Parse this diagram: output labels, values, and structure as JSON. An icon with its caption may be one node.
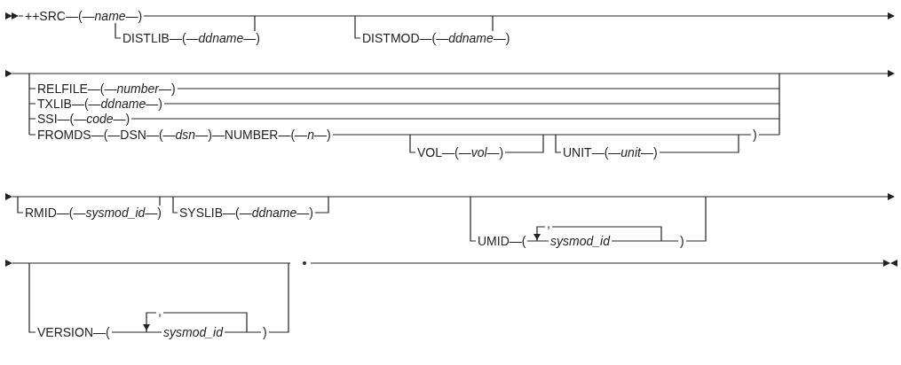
{
  "diagram": {
    "labels": [
      "++SRC—(—*name*—)",
      "DISTLIB—(—*ddname*—)",
      "DISTMOD—(—*ddname*—)",
      "RELFILE—(—*number*—)",
      "TXLIB—(—*ddname*—)",
      "SSI—(—*code*—)",
      "FROMDS—(—DSN—(—*dsn*—)—NUMBER—(—*n*—)",
      ")",
      "VOL—(—*vol*—)",
      "UNIT—(—*unit*—)",
      "RMID—(—*sysmod_id*—)",
      "SYSLIB—(—*ddname*—)",
      "UMID—(",
      ",",
      "sysmod_id",
      ")",
      "VERSION—(",
      ",",
      "sysmod_id",
      ")"
    ]
  }
}
